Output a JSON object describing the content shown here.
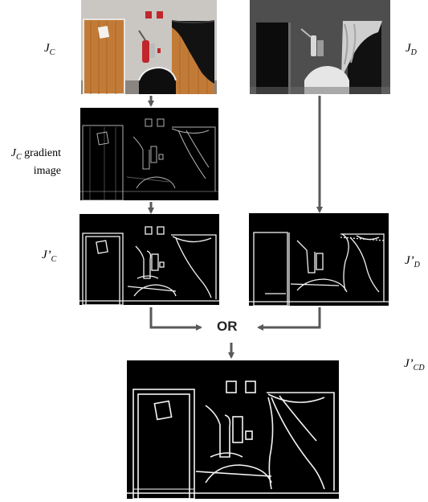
{
  "labels": {
    "jc_main": "J",
    "jc_sub": "C",
    "jd_main": "J",
    "jd_sub": "D",
    "grad_main": "J",
    "grad_sub": "C",
    "grad_rest": " gradient",
    "grad_line2": "image",
    "jpc_main": "J’",
    "jpc_sub": "C",
    "jpd_main": "J’",
    "jpd_sub": "D",
    "jpcd_main": "J’",
    "jpcd_sub": "CD"
  },
  "operator": "OR",
  "colors": {
    "arrow": "#595959",
    "door": "#c07a36",
    "wall": "#c9c6c2",
    "extinguisher": "#c0262b",
    "curtain": "#111111",
    "edge": "#e8e8e8"
  }
}
